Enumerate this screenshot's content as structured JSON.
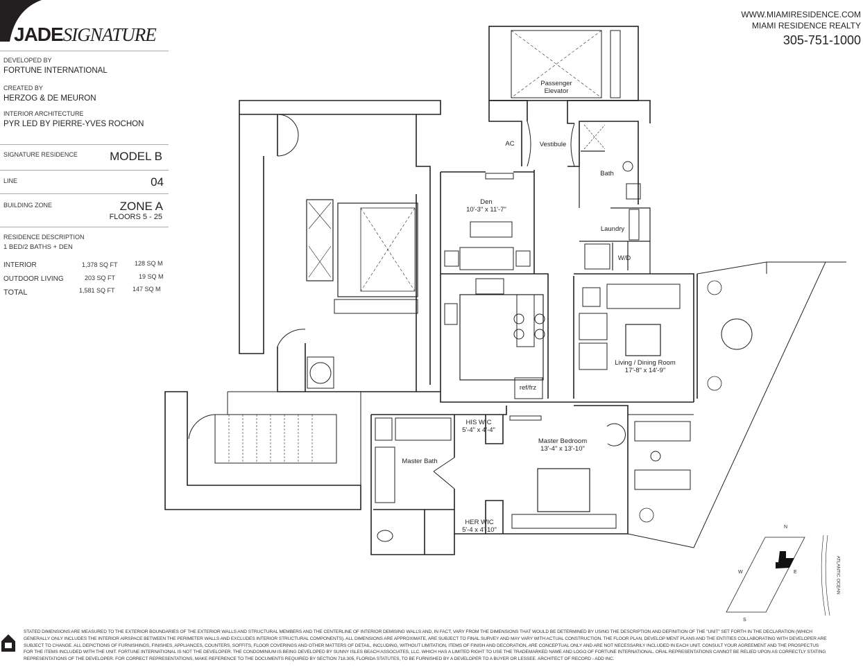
{
  "brand": {
    "logo_bold": "JADE",
    "logo_italic": "SIGNATURE"
  },
  "contact": {
    "website": "WWW.MIAMIRESIDENCE.COM",
    "realty": "MIAMI RESIDENCE REALTY",
    "phone": "305-751-1000"
  },
  "credits": [
    {
      "label": "DEVELOPED BY",
      "value": "FORTUNE INTERNATIONAL"
    },
    {
      "label": "CREATED BY",
      "value": "HERZOG & DE MEURON"
    },
    {
      "label": "INTERIOR ARCHITECTURE",
      "value": "PYR LED BY PIERRE-YVES ROCHON"
    }
  ],
  "residence": {
    "signature_label": "SIGNATURE RESIDENCE",
    "model": "MODEL B",
    "line_label": "LINE",
    "line": "04",
    "zone_label": "BUILDING ZONE",
    "zone": "ZONE A",
    "floors": "FLOORS  5 - 25",
    "description_label": "RESIDENCE DESCRIPTION",
    "description": "1 BED/2 BATHS + DEN"
  },
  "areas": [
    {
      "label": "INTERIOR",
      "sqft": "1,378 SQ FT",
      "sqm": "128 SQ M"
    },
    {
      "label": "OUTDOOR LIVING",
      "sqft": "203 SQ FT",
      "sqm": "19 SQ M"
    },
    {
      "label": "TOTAL",
      "sqft": "1,581 SQ FT",
      "sqm": "147 SQ M"
    }
  ],
  "rooms": {
    "elevator": "Passenger",
    "elevator2": "Elevator",
    "ac": "AC",
    "vestibule": "Vestibule",
    "bath": "Bath",
    "laundry": "Laundry",
    "wd": "W/D",
    "den": "Den",
    "den_dim": "10'-3\" x 11'-7\"",
    "living": "Living / Dining Room",
    "living_dim": "17'-8\" x 14'-9\"",
    "reffrz": "ref/frz",
    "his_wic": "HIS WIC",
    "his_wic_dim": "5'-4\" x 4'-4\"",
    "master_bath": "Master Bath",
    "master_bedroom": "Master Bedroom",
    "master_bedroom_dim": "13'-4\" x 13'-10\"",
    "her_wic": "HER WIC",
    "her_wic_dim": "5'-4 x 4'-10\""
  },
  "compass": {
    "n": "N",
    "s": "S",
    "e": "E",
    "w": "W",
    "ocean": "ATLANTIC OCEAN"
  },
  "disclaimer": "STATED DIMENSIONS ARE MEASURED TO THE EXTERIOR BOUNDARIES OF THE EXTERIOR WALLS AND STRUCTURAL MEMBERS AND THE CENTERLINE OF INTERIOR DEMISING WALLS AND, IN FACT, VARY FROM THE DIMENSIONS THAT WOULD BE DETERMINED BY USING THE DESCRIPTION AND DEFINITION OF THE \"UNIT\" SET FORTH IN THE DECLARATION (WHICH GENERALLY ONLY INCLUDES THE INTERIOR AIRSPACE BETWEEN THE PERIMETER WALLS AND EXCLUDES INTERIOR STRUCTURAL COMPONENTS). ALL DIMENSIONS ARE APPROXIMATE, ARE SUBJECT TO FINAL SURVEY AND MAY VARY WITH ACTUAL CONSTRUCTION.  THE FLOOR PLAN, DEVELOP MENT PLANS AND THE ENTITIES COLLABORATING WITH DEVELOPER ARE SUBJECT TO CHANGE. ALL DEPICTIONS OF FURNISHINGS, FINISHES, APPLIANCES, COUNTERS, SOFFITS, FLOOR COVERINGS AND OTHER MATTERS OF DETAIL, INCLUDING, WITHOUT LIMITATION, ITEMS OF FINISH AND DECORATION, ARE CONCEPTUAL ONLY AND ARE NOT NECESSARILY INCLUDED IN EACH UNIT.  CONSULT YOUR AGREEMENT AND THE PROSPECTUS FOR THE ITEMS INCLUDED WITH THE UNIT. FORTUNE INTERNATIONAL IS NOT THE DEVELOPER.  THE CONDOMINIUM IS BEING DEVELOPED BY SUNNY ISLES BEACH ASSOCIATES, LLC. WHICH HAS A LIMITED RIGHT TO USE THE TRADEMARKED NAME AND LOGO OF FORTUNE INTERNATIONAL. ORAL REPRESENTATIONS CANNOT BE RELIED UPON AS CORRECTLY STATING REPRESENTATIONS OF THE DEVELOPER.  FOR CORRECT REPRESENTATIONS, MAKE REFERENCE TO THE DOCUMENTS REQUIRED BY SECTION 718.305, FLORIDA STATUTES, TO BE FURNISHED BY A DEVELOPER TO A BUYER OR LESSEE. ARCHITECT OF RECORD - ADD INC."
}
